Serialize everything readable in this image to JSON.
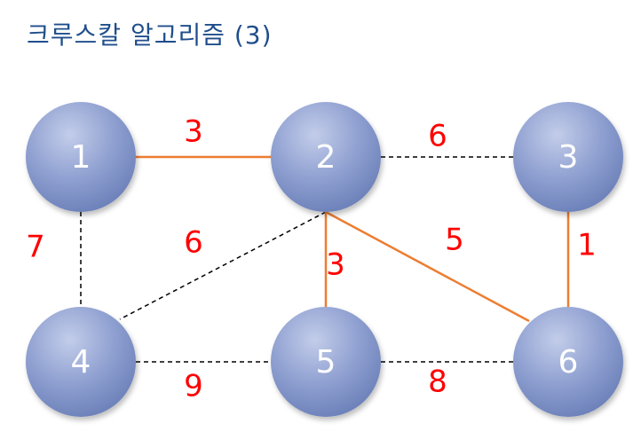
{
  "title": "크루스칼 알고리즘 (3)",
  "colors": {
    "title": "#1f4e8c",
    "selected_edge": "#ed7d31",
    "unselected_edge": "#000000",
    "weight": "#ff0000",
    "node_fill": "#8e9fd0",
    "node_label": "#ffffff"
  },
  "nodes": [
    {
      "id": "1",
      "label": "1"
    },
    {
      "id": "2",
      "label": "2"
    },
    {
      "id": "3",
      "label": "3"
    },
    {
      "id": "4",
      "label": "4"
    },
    {
      "id": "5",
      "label": "5"
    },
    {
      "id": "6",
      "label": "6"
    }
  ],
  "edges": [
    {
      "from": "1",
      "to": "2",
      "weight": "3",
      "selected": true
    },
    {
      "from": "2",
      "to": "3",
      "weight": "6",
      "selected": false
    },
    {
      "from": "3",
      "to": "6",
      "weight": "1",
      "selected": true
    },
    {
      "from": "1",
      "to": "4",
      "weight": "7",
      "selected": false
    },
    {
      "from": "2",
      "to": "4",
      "weight": "6",
      "selected": false
    },
    {
      "from": "2",
      "to": "5",
      "weight": "3",
      "selected": true
    },
    {
      "from": "2",
      "to": "6",
      "weight": "5",
      "selected": true
    },
    {
      "from": "4",
      "to": "5",
      "weight": "9",
      "selected": false
    },
    {
      "from": "5",
      "to": "6",
      "weight": "8",
      "selected": false
    }
  ]
}
